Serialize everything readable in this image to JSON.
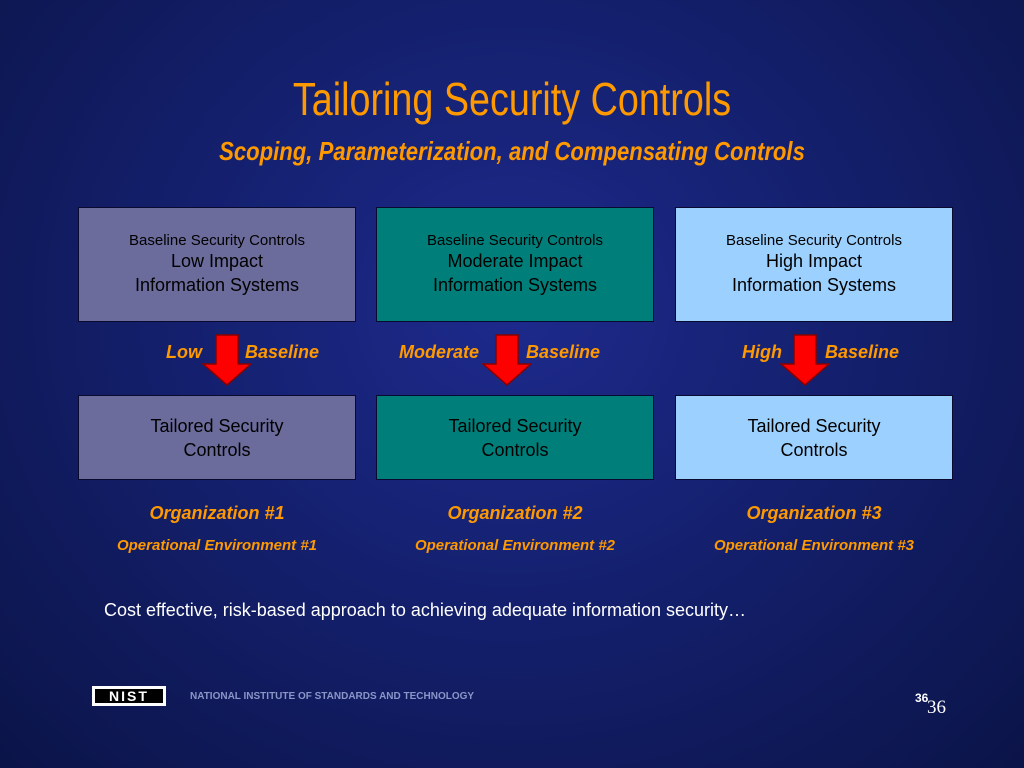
{
  "slide": {
    "title": "Tailoring Security Controls",
    "subtitle": "Scoping, Parameterization, and Compensating Controls",
    "columns": [
      {
        "top_small": "Baseline Security Controls",
        "top_line1": "Low Impact",
        "top_line2": "Information Systems",
        "label_left": "Low",
        "label_right": "Baseline",
        "tailored_line1": "Tailored Security",
        "tailored_line2": "Controls",
        "org": "Organization #1",
        "env": "Operational Environment #1",
        "color": "#6b6b9c"
      },
      {
        "top_small": "Baseline Security Controls",
        "top_line1": "Moderate Impact",
        "top_line2": "Information Systems",
        "label_left": "Moderate",
        "label_right": "Baseline",
        "tailored_line1": "Tailored Security",
        "tailored_line2": "Controls",
        "org": "Organization #2",
        "env": "Operational Environment #2",
        "color": "#007f7a"
      },
      {
        "top_small": "Baseline Security Controls",
        "top_line1": "High Impact",
        "top_line2": "Information Systems",
        "label_left": "High",
        "label_right": "Baseline",
        "tailored_line1": "Tailored Security",
        "tailored_line2": "Controls",
        "org": "Organization #3",
        "env": "Operational Environment #3",
        "color": "#9cd0ff"
      }
    ],
    "note": "Cost effective, risk-based approach to achieving adequate information security…",
    "footer": {
      "logo_text": "NIST",
      "institute": "NATIONAL INSTITUTE OF STANDARDS AND TECHNOLOGY",
      "page_small": "36",
      "page_large": "36"
    },
    "colors": {
      "accent": "#ff9900",
      "arrow": "#ff0000",
      "background": "#14206e"
    }
  }
}
